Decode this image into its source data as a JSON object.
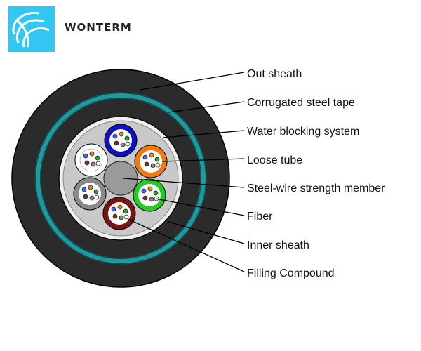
{
  "brand": {
    "name": "WONTERM"
  },
  "colors": {
    "logo": "#33c6f0",
    "outer_sheath": "#2b2b2b",
    "steel_tape": "#1c9aa0",
    "inner_sheath": "#f0f0f0",
    "strength_member": "#9a9a9a",
    "tube_blue": "#1010c0",
    "tube_orange": "#f07a12",
    "tube_green": "#22cc22",
    "tube_brown": "#7a1414",
    "tube_gray": "#8a8a8a",
    "tube_white": "#ffffff"
  },
  "labels": [
    "Out sheath",
    "Corrugated steel tape",
    "Water blocking system",
    "Loose tube",
    "Steel-wire strength member",
    "Fiber",
    "Inner sheath",
    "Filling Compound"
  ]
}
